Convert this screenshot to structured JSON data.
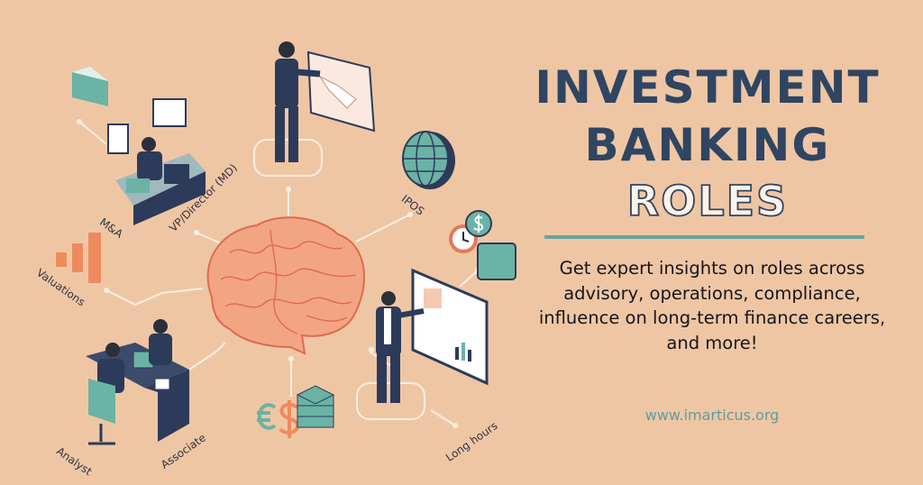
{
  "headline": {
    "line1": "INVESTMENT",
    "line2": "BANKING",
    "line3": "ROLES"
  },
  "description": "Get expert insights on roles across advisory, operations, compliance, influence on long-term finance careers, and more!",
  "website": "www.imarticus.org",
  "diagram_labels": {
    "ma": "M&A",
    "vp": "VP/Director (MD)",
    "ipos": "IPOS",
    "valuations": "Valuations",
    "analyst": "Analyst",
    "associate": "Associate",
    "long_hours": "Long hours"
  },
  "colors": {
    "background": "#efc6a4",
    "title": "#2f4562",
    "accent": "#67a4a2",
    "brain": "#e8765a",
    "suit": "#2c3b5a"
  }
}
